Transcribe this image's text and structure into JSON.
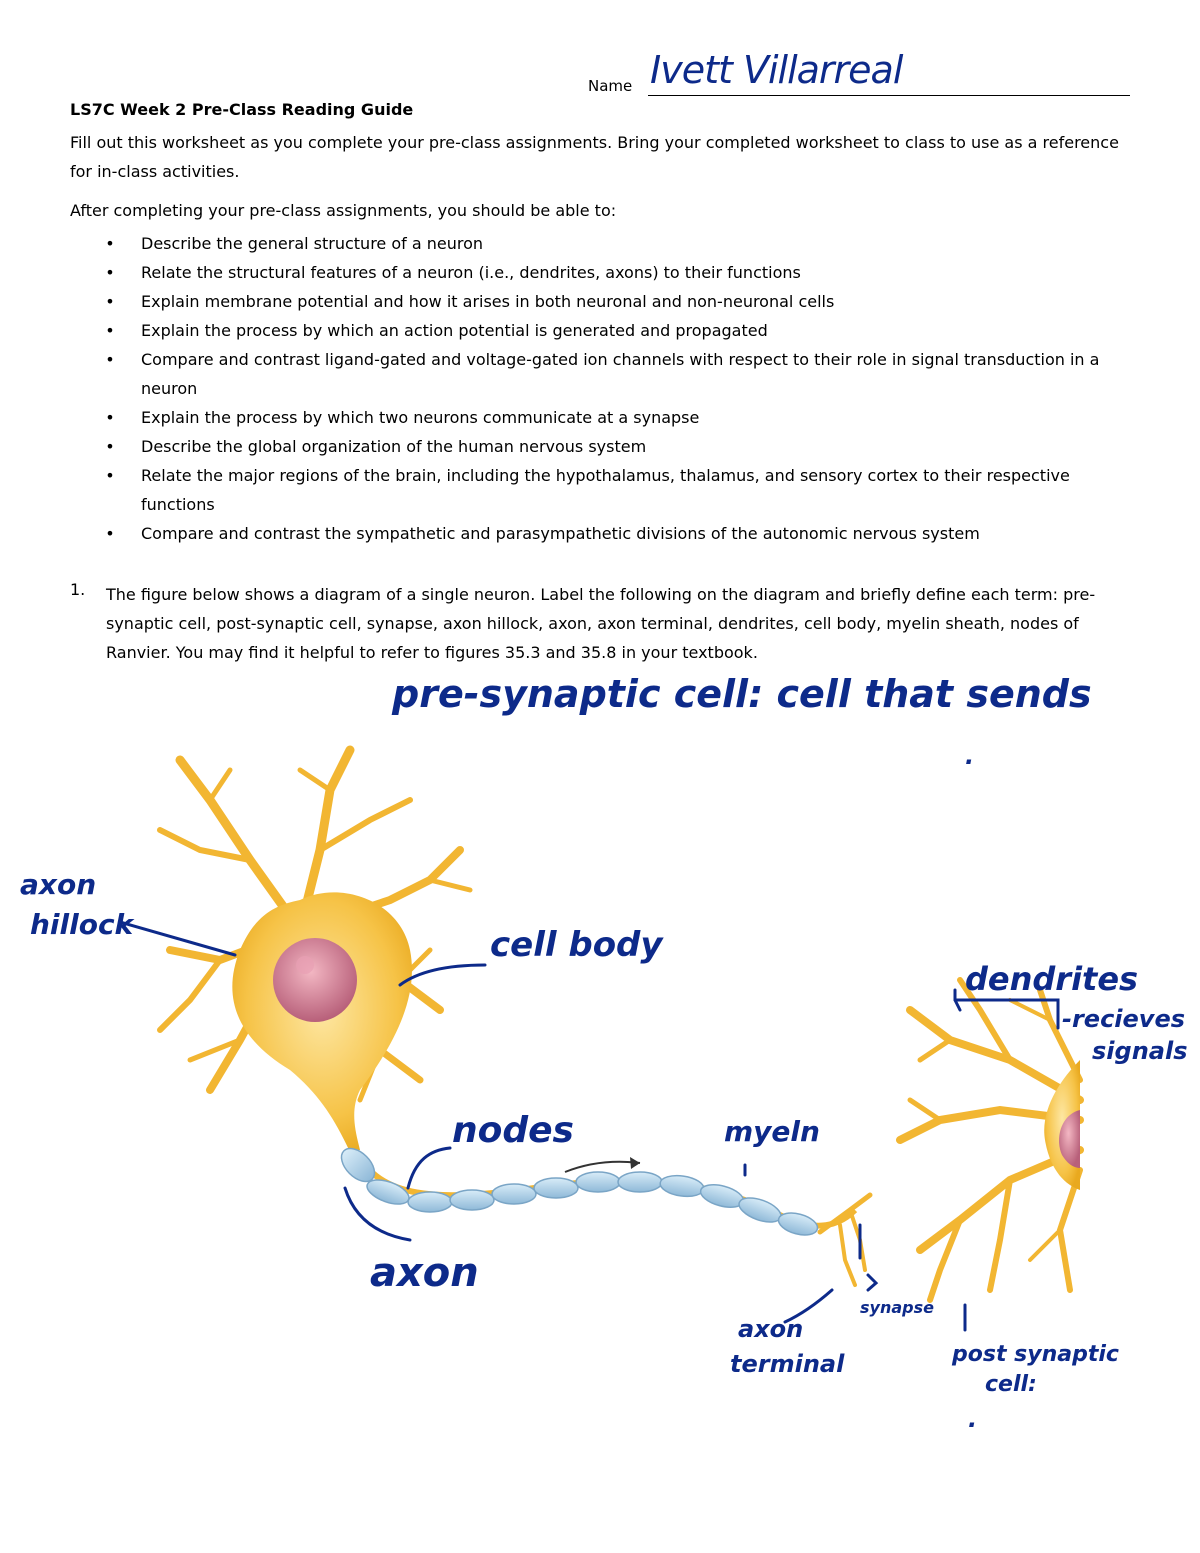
{
  "header": {
    "name_label": "Name",
    "name_value": "Ivett Villarreal"
  },
  "title": "LS7C Week 2 Pre-Class Reading Guide",
  "intro": "Fill out this worksheet as you complete your pre-class assignments. Bring your completed worksheet to class to use as a reference for in-class activities.",
  "objectives_heading": "After completing your pre-class assignments, you should be able to:",
  "bullet_glyph": "•",
  "objectives": [
    "Describe the general structure of a neuron",
    "Relate the structural features of a neuron (i.e., dendrites, axons) to their functions",
    "Explain membrane potential and how it arises in both neuronal and non-neuronal cells",
    "Explain the process by which an action potential is generated and propagated",
    "Compare and contrast ligand-gated and voltage-gated ion channels with respect to their role in signal transduction in a neuron",
    "Explain the process by which two neurons communicate at a synapse",
    "Describe the global organization of the human nervous system",
    "Relate the major regions of the brain, including the hypothalamus, thalamus, and sensory cortex to their respective functions",
    "Compare and contrast the sympathetic and parasympathetic divisions of the autonomic nervous system"
  ],
  "question1": {
    "number": "1.",
    "text": "The figure below shows a diagram of a single neuron. Label the following on the diagram and briefly define each term: pre-synaptic cell, post-synaptic cell, synapse, axon hillock, axon, axon terminal, dendrites, cell body, myelin sheath, nodes of Ranvier. You may find it helpful to refer to figures 35.3 and 35.8 in your textbook."
  },
  "annotations": {
    "pre_synaptic": "pre-synaptic cell: cell that sends",
    "axon_hillock_line1": "axon",
    "axon_hillock_line2": "hillock",
    "cell_body": "cell body",
    "dendrites": "dendrites",
    "receives_line1": "-recieves",
    "receives_line2": "signals",
    "nodes": "nodes",
    "myelin": "myeln",
    "axon": "axon",
    "axon_terminal_line1": "axon",
    "axon_terminal_line2": "terminal",
    "synapse": "synapse",
    "post_synaptic_line1": "post synaptic",
    "post_synaptic_line2": "cell:",
    "dot": "."
  },
  "colors": {
    "ink": "#0d2a8a",
    "neuron_body": "#f2b632",
    "neuron_light": "#fbd879",
    "nucleus": "#c9708a",
    "myelin": "#a9cce6"
  }
}
